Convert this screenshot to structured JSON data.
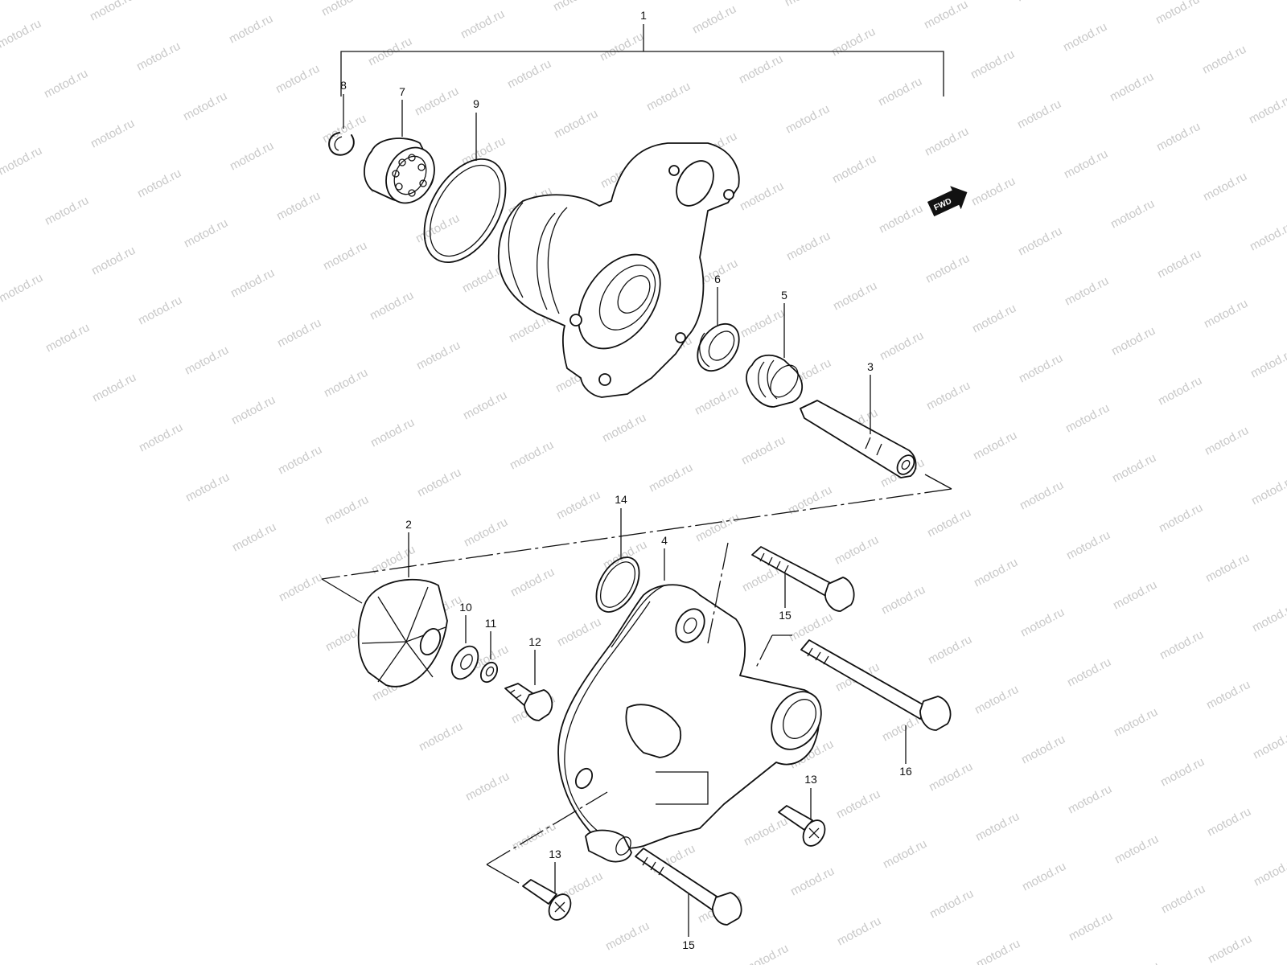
{
  "watermark": {
    "text": "motod.ru"
  },
  "forward_badge": {
    "label": "FWD"
  },
  "callouts": {
    "c1": "1",
    "c2": "2",
    "c3": "3",
    "c4": "4",
    "c5": "5",
    "c6": "6",
    "c7": "7",
    "c8": "8",
    "c9": "9",
    "c10": "10",
    "c11": "11",
    "c12": "12",
    "c13a": "13",
    "c13b": "13",
    "c14": "14",
    "c15a": "15",
    "c15b": "15",
    "c16": "16"
  }
}
